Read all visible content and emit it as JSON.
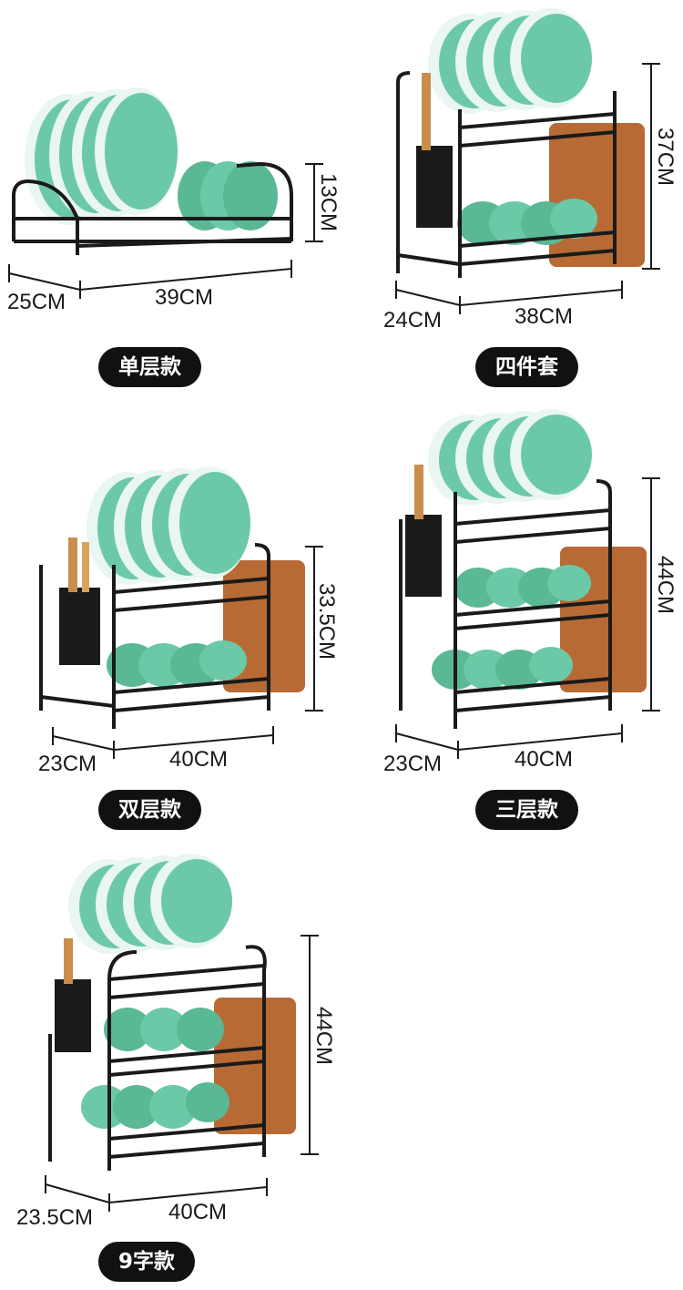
{
  "colors": {
    "plate": "#6cc9a7",
    "plate_rim": "#e9f6f1",
    "rack": "#1a1a1a",
    "wood": "#b86a35",
    "pill_bg": "#111111"
  },
  "icons": [
    "plate-icon",
    "bowl-icon",
    "cutting-board-icon",
    "utensil-holder-icon"
  ],
  "products": [
    {
      "label": "单层款",
      "depth": "25CM",
      "width": "39CM",
      "height": "13CM"
    },
    {
      "label": "四件套",
      "depth": "24CM",
      "width": "38CM",
      "height": "37CM"
    },
    {
      "label": "双层款",
      "depth": "23CM",
      "width": "40CM",
      "height": "33.5CM"
    },
    {
      "label": "三层款",
      "depth": "23CM",
      "width": "40CM",
      "height": "44CM"
    },
    {
      "label": "9字款",
      "depth": "23.5CM",
      "width": "40CM",
      "height": "44CM"
    }
  ]
}
